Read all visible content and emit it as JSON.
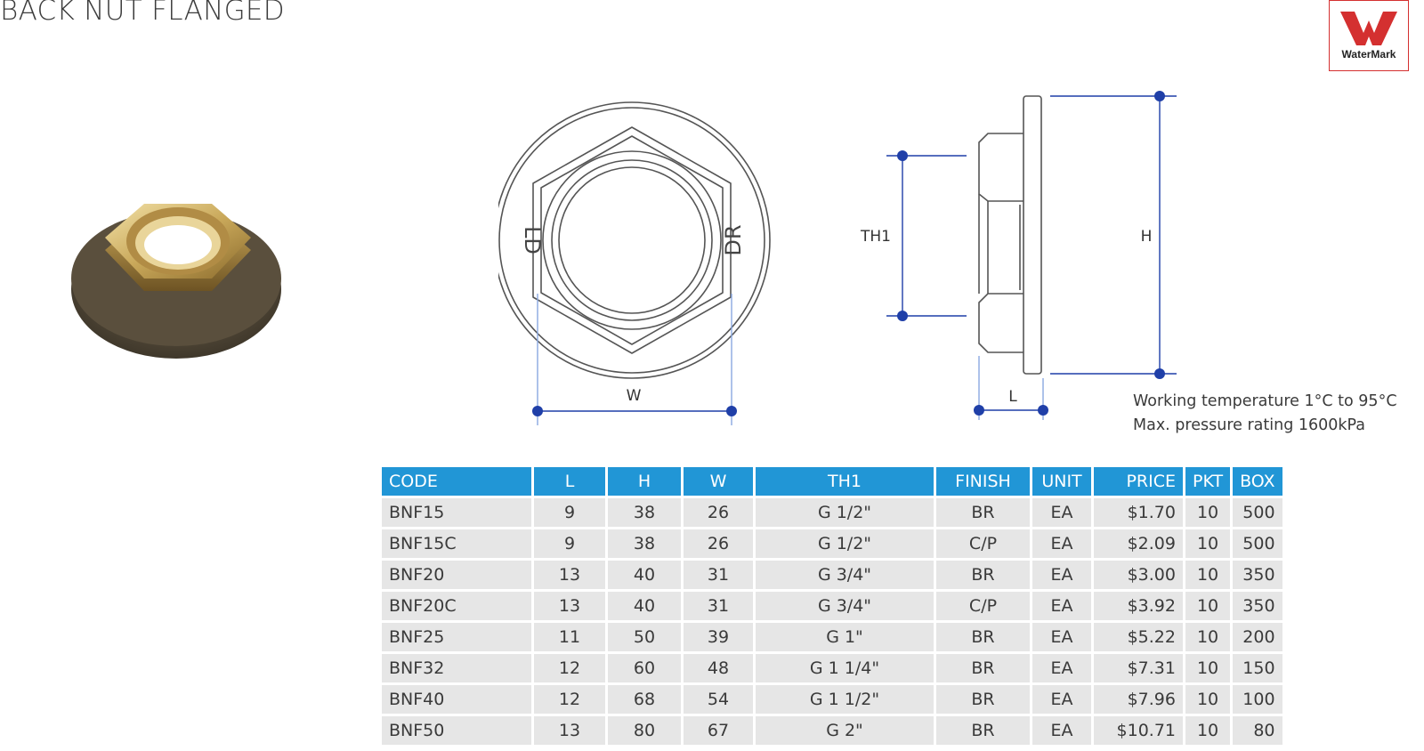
{
  "title": "BACK NUT FLANGED",
  "logo": {
    "text": "WaterMark",
    "color": "#d43030"
  },
  "diagram": {
    "front_label_w": "W",
    "front_stamp_left": "LD",
    "front_stamp_right": "DR",
    "side_label_th1": "TH1",
    "side_label_h": "H",
    "side_label_l": "L",
    "accent_color": "#1f3fa8"
  },
  "specs": {
    "working_temp": "Working temperature 1°C to 95°C",
    "max_pressure": "Max. pressure rating 1600kPa"
  },
  "table": {
    "headers": [
      "CODE",
      "L",
      "H",
      "W",
      "TH1",
      "FINISH",
      "UNIT",
      "PRICE",
      "PKT",
      "BOX"
    ],
    "header_color": "#2196d6",
    "rows": [
      [
        "BNF15",
        "9",
        "38",
        "26",
        "G 1/2\"",
        "BR",
        "EA",
        "$1.70",
        "10",
        "500"
      ],
      [
        "BNF15C",
        "9",
        "38",
        "26",
        "G 1/2\"",
        "C/P",
        "EA",
        "$2.09",
        "10",
        "500"
      ],
      [
        "BNF20",
        "13",
        "40",
        "31",
        "G 3/4\"",
        "BR",
        "EA",
        "$3.00",
        "10",
        "350"
      ],
      [
        "BNF20C",
        "13",
        "40",
        "31",
        "G 3/4\"",
        "C/P",
        "EA",
        "$3.92",
        "10",
        "350"
      ],
      [
        "BNF25",
        "11",
        "50",
        "39",
        "G 1\"",
        "BR",
        "EA",
        "$5.22",
        "10",
        "200"
      ],
      [
        "BNF32",
        "12",
        "60",
        "48",
        "G 1 1/4\"",
        "BR",
        "EA",
        "$7.31",
        "10",
        "150"
      ],
      [
        "BNF40",
        "12",
        "68",
        "54",
        "G 1 1/2\"",
        "BR",
        "EA",
        "$7.96",
        "10",
        "100"
      ],
      [
        "BNF50",
        "13",
        "80",
        "67",
        "G 2\"",
        "BR",
        "EA",
        "$10.71",
        "10",
        "80"
      ]
    ]
  }
}
